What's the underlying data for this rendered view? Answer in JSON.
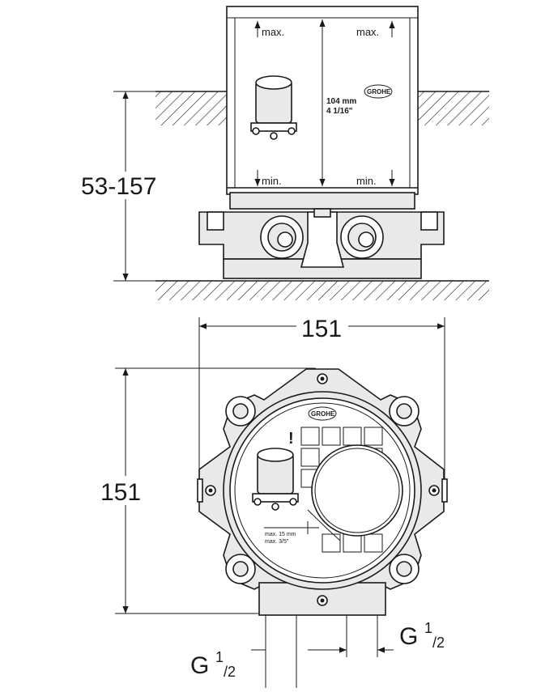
{
  "labels": {
    "max_left": "max.",
    "max_right": "max.",
    "min_left": "min.",
    "min_right": "min.",
    "depth_mm": "104 mm",
    "depth_in": "4 1/16\"",
    "height_range": "53-157",
    "width": "151",
    "height": "151",
    "max_15mm": "max. 15 mm",
    "max_3_5": "max. 3/5\"",
    "warning": "!",
    "thread_left_g": "G",
    "thread_left_num": "1",
    "thread_left_den": "/2",
    "thread_right_g": "G",
    "thread_right_num": "1",
    "thread_right_den": "/2",
    "logo_top": "GROHE",
    "logo_bottom": "GROHE"
  },
  "colors": {
    "line": "#1a1a1a",
    "fill_gray": "#e9e9e9"
  }
}
